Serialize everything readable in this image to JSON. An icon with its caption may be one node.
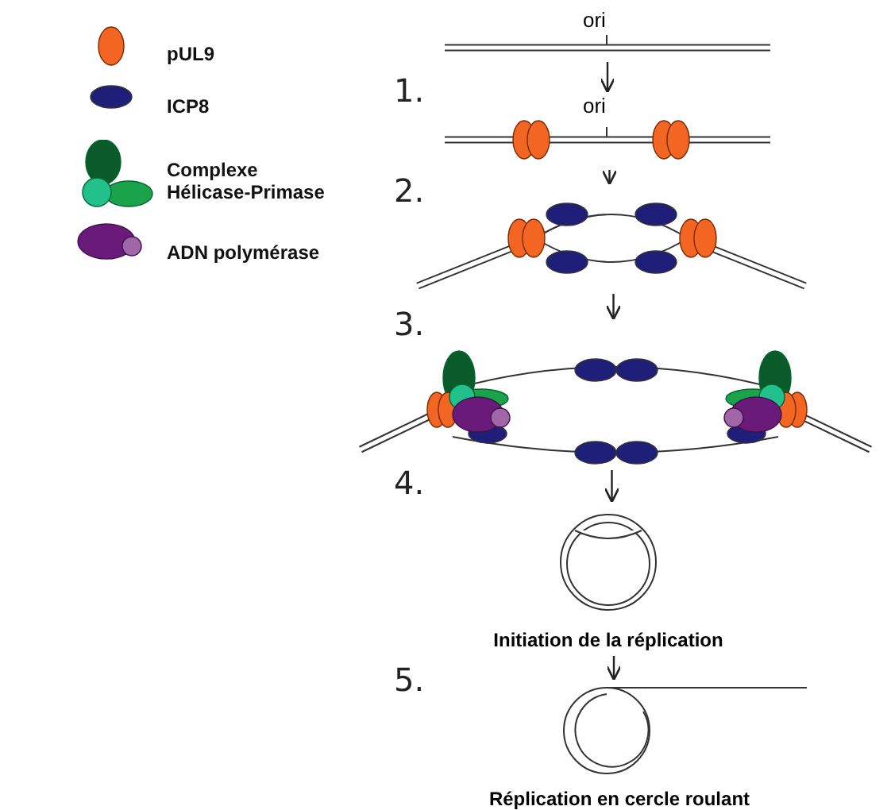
{
  "diagram": {
    "nodes": [
      {
        "text": [
          "ori"
        ]
      },
      {
        "text": [
          "ori"
        ]
      },
      {
        "text": [],
        "shape": "picture"
      },
      {
        "text": [],
        "shape": "picture"
      },
      {
        "text": [
          "Initiation de la réplication"
        ]
      },
      {
        "text": [
          "Réplication en cercle roulant"
        ]
      }
    ],
    "edges": [
      {
        "from": 0,
        "to": 1,
        "arrow": "to"
      },
      {
        "from": 1,
        "to": 2,
        "arrow": "to"
      },
      {
        "from": 2,
        "to": 3,
        "arrow": "to"
      },
      {
        "from": 3,
        "to": 4,
        "arrow": "to"
      },
      {
        "from": 4,
        "to": 5,
        "arrow": "to"
      }
    ],
    "labels": [
      "1.",
      "2.",
      "3.",
      "4.",
      "5."
    ],
    "legend": [
      {
        "text": "pUL9",
        "color": "#f26522"
      },
      {
        "text": "ICP8",
        "color": "#1f1f7a"
      },
      {
        "text": "Complexe Hélicase-Primase"
      },
      {
        "text": "ADN polymérase"
      }
    ]
  }
}
